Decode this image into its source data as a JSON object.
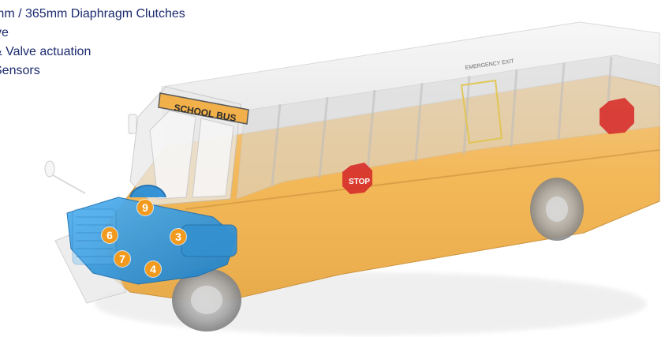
{
  "features": {
    "items": [
      {
        "text": "mm / 365mm Diaphragm Clutches"
      },
      {
        "text": "ve"
      },
      {
        "text": "& Valve actuation"
      },
      {
        "text": "Sensors"
      }
    ]
  },
  "illustration": {
    "bus_sign_text": "SCHOOL BUS",
    "stop_sign_text": "STOP",
    "emergency_text": "EMERGENCY EXIT",
    "colors": {
      "bus_body": "#f2b24a",
      "engine": "#2b8fd6",
      "marker": "#f29a1d",
      "stop_sign": "#d7302b"
    }
  },
  "markers": [
    {
      "label": "9"
    },
    {
      "label": "6"
    },
    {
      "label": "3"
    },
    {
      "label": "7"
    },
    {
      "label": "4"
    }
  ]
}
